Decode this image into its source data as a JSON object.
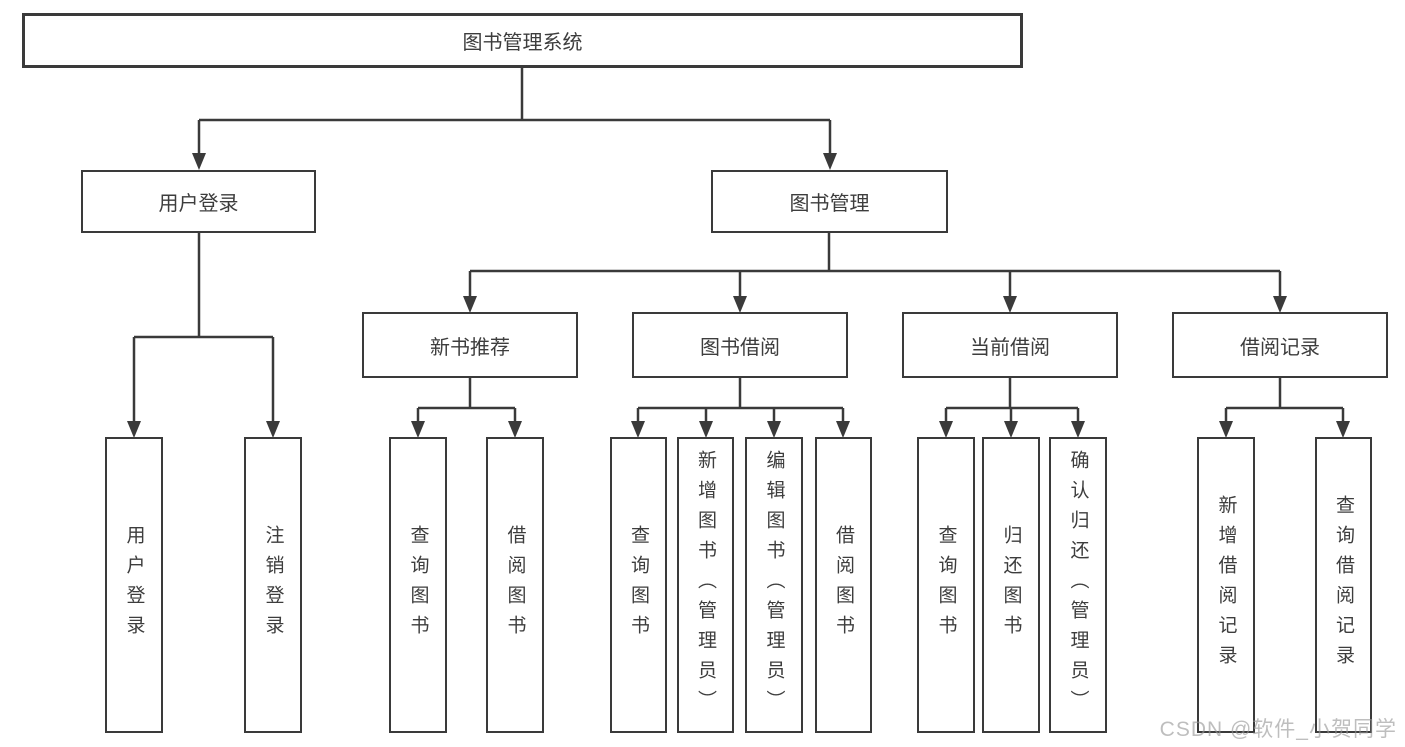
{
  "tree": {
    "root": {
      "label": "图书管理系统"
    },
    "level2": [
      {
        "label": "用户登录",
        "leaves": [
          {
            "label": "用户登录"
          },
          {
            "label": "注销登录"
          }
        ]
      },
      {
        "label": "图书管理",
        "level3": [
          {
            "label": "新书推荐",
            "leaves": [
              {
                "label": "查询图书"
              },
              {
                "label": "借阅图书"
              }
            ]
          },
          {
            "label": "图书借阅",
            "leaves": [
              {
                "label": "查询图书"
              },
              {
                "label": "新增图书（管理员）"
              },
              {
                "label": "编辑图书（管理员）"
              },
              {
                "label": "借阅图书"
              }
            ]
          },
          {
            "label": "当前借阅",
            "leaves": [
              {
                "label": "查询图书"
              },
              {
                "label": "归还图书"
              },
              {
                "label": "确认归还（管理员）"
              }
            ]
          },
          {
            "label": "借阅记录",
            "leaves": [
              {
                "label": "新增借阅记录"
              },
              {
                "label": "查询借阅记录"
              }
            ]
          }
        ]
      }
    ]
  },
  "watermark": "CSDN @软件_小贺同学",
  "colors": {
    "line": "#3a3a3a",
    "text": "#3d3d3d",
    "background": "#ffffff",
    "watermark": "#a0a0a0"
  }
}
